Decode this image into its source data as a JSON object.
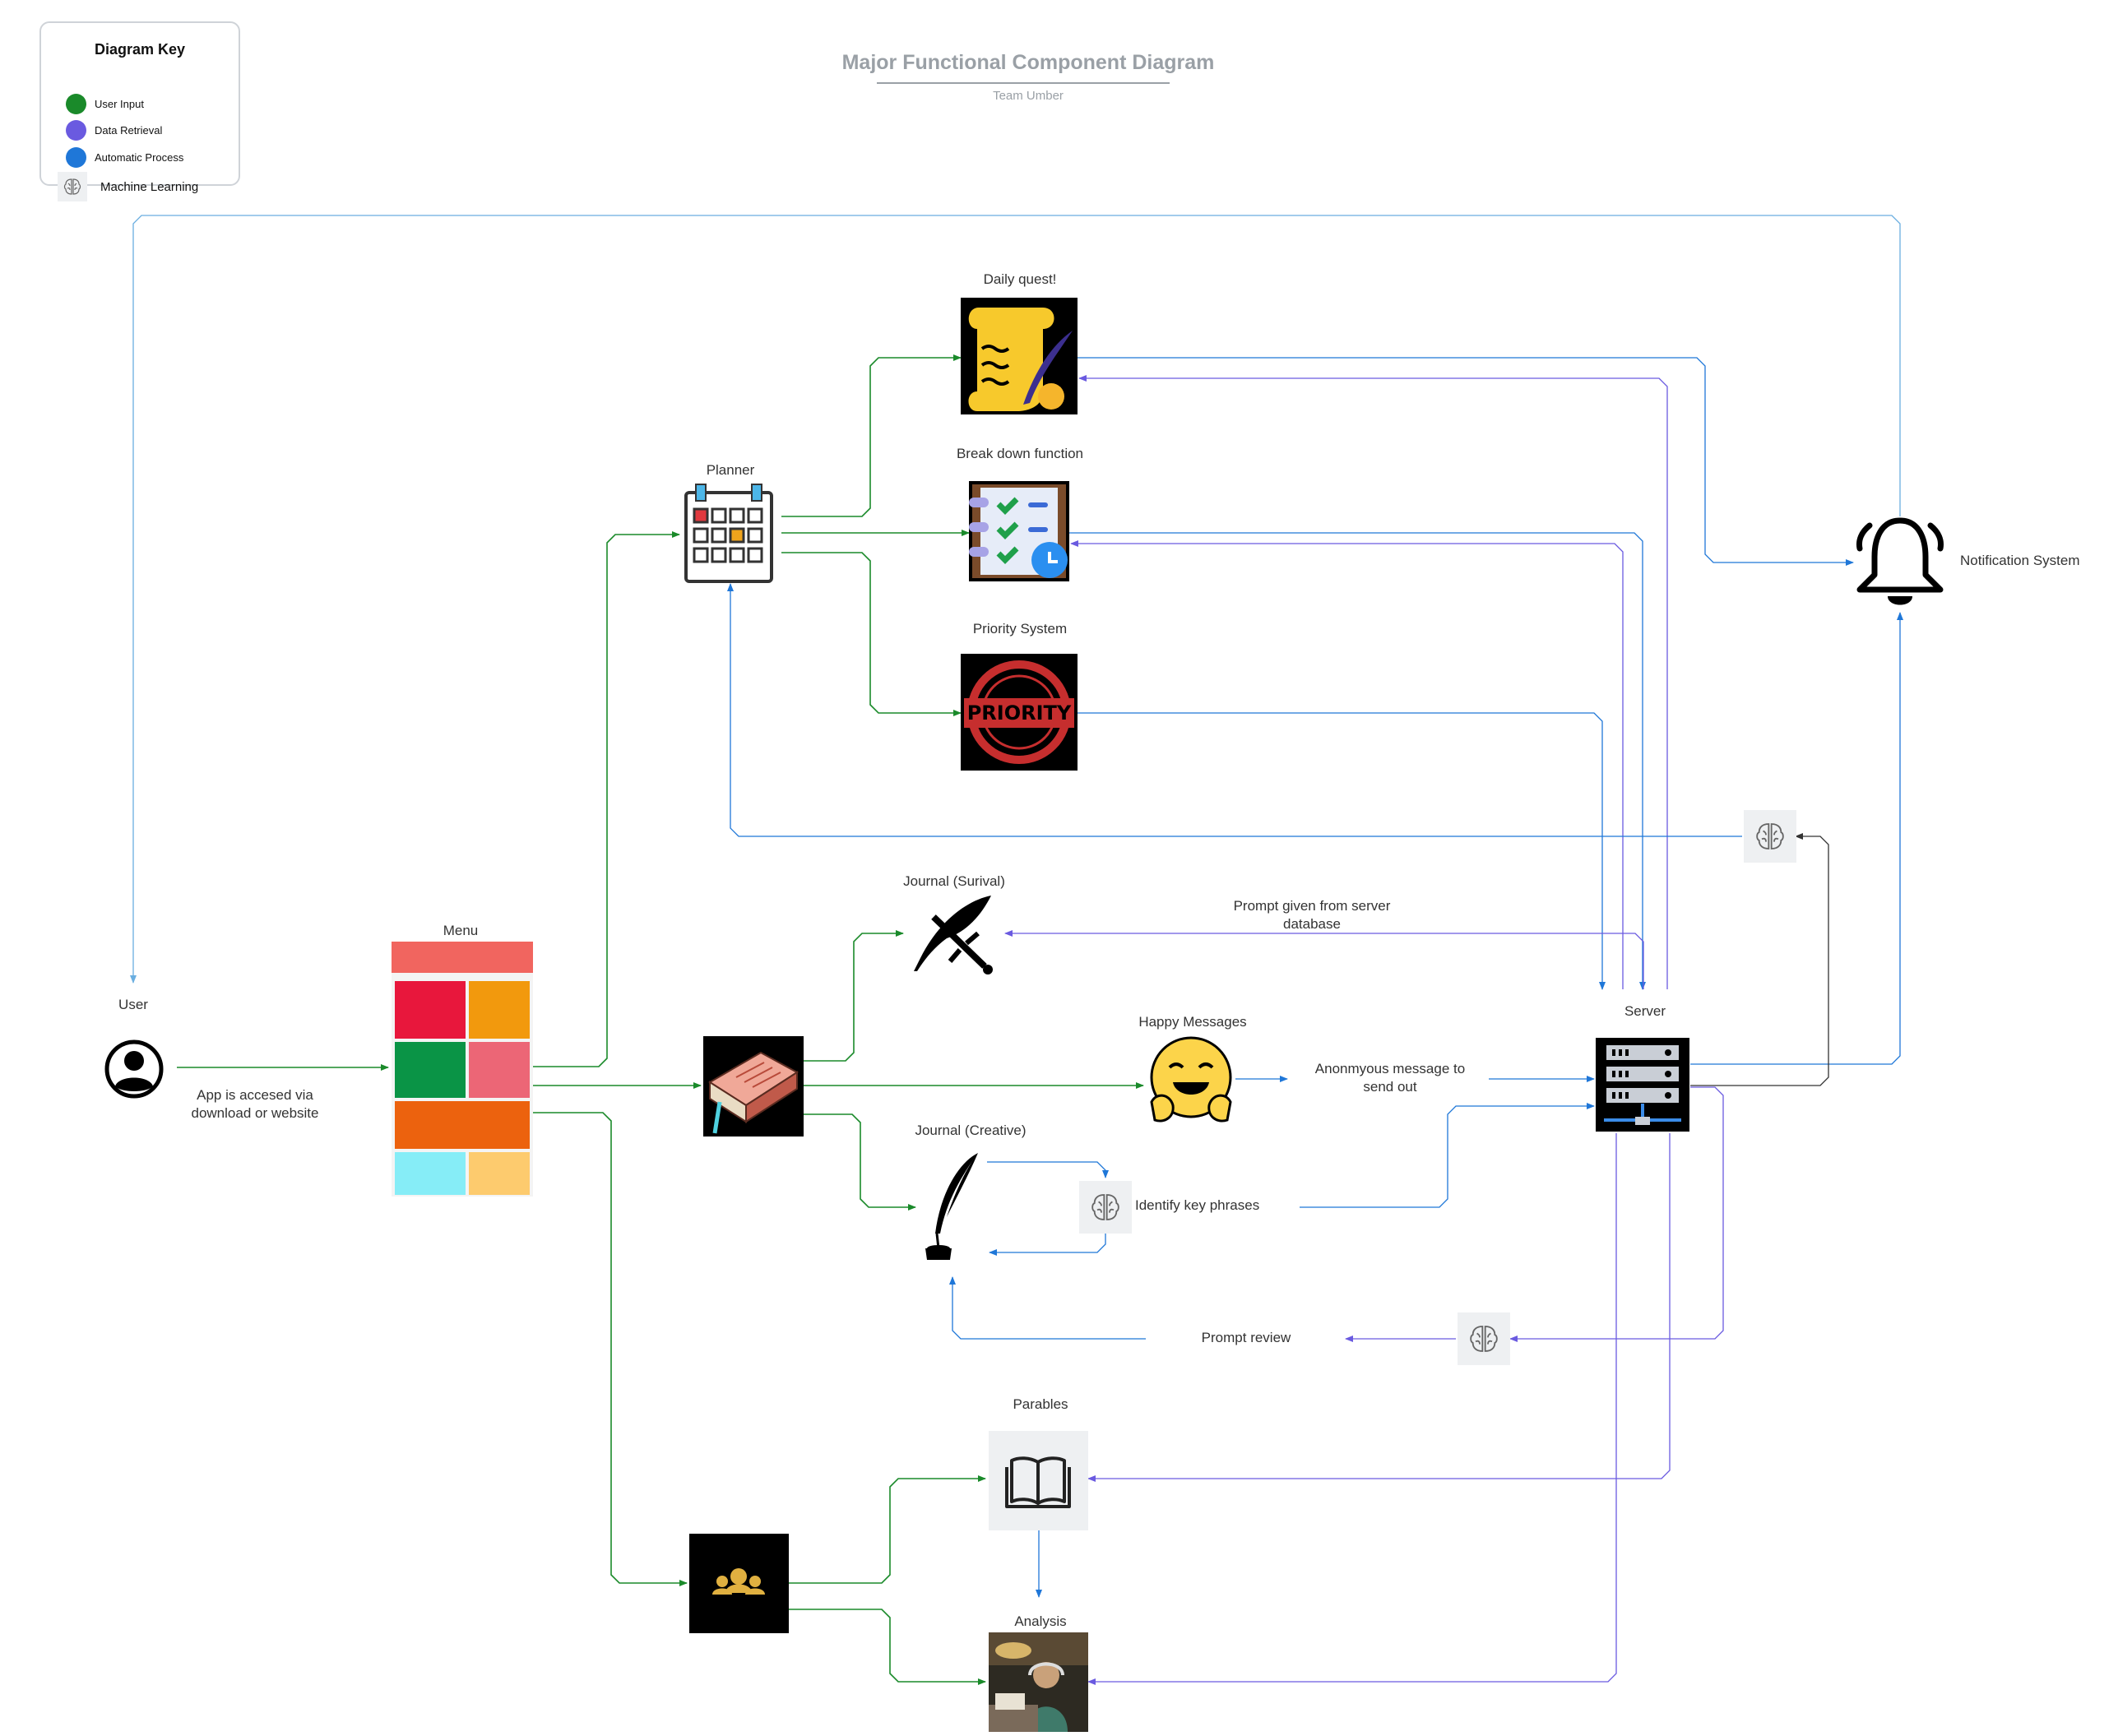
{
  "legend": {
    "title": "Diagram Key",
    "items": [
      {
        "label": "User Input",
        "color": "#1a8a2a"
      },
      {
        "label": "Data Retrieval",
        "color": "#6a5ae0"
      },
      {
        "label": "Automatic Process",
        "color": "#1f77d8"
      },
      {
        "label": "Machine Learning",
        "icon": "brain-icon"
      }
    ]
  },
  "header": {
    "title": "Major Functional Component Diagram",
    "subtitle": "Team Umber"
  },
  "nodes": {
    "user": {
      "label": "User",
      "icon": "user-icon"
    },
    "app_access": {
      "line1": "App is accesed  via",
      "line2": "download or website"
    },
    "menu": {
      "label": "Menu",
      "icon": "phone-menu-icon"
    },
    "planner": {
      "label": "Planner",
      "icon": "calendar-icon"
    },
    "daily_quest": {
      "label": "Daily quest!",
      "icon": "scroll-quill-icon"
    },
    "break_down": {
      "label": "Break down function",
      "icon": "checklist-icon"
    },
    "priority": {
      "label": "Priority System",
      "icon": "priority-stamp-icon",
      "stamp_text": "PRIORITY"
    },
    "notification": {
      "label": "Notification System",
      "icon": "bell-icon"
    },
    "journal_survival": {
      "label": "Journal (Surival)",
      "icon": "feather-sword-icon"
    },
    "prompt_server": {
      "line1": "Prompt given from server",
      "line2": "database"
    },
    "journal_book": {
      "icon": "journal-book-icon"
    },
    "happy_messages": {
      "label": "Happy Messages",
      "icon": "hugging-face-icon"
    },
    "anon_message": {
      "line1": "Anonmyous message to",
      "line2": "send out"
    },
    "server": {
      "label": "Server",
      "icon": "server-rack-icon"
    },
    "journal_creative": {
      "label": "Journal (Creative)",
      "icon": "quill-ink-icon"
    },
    "key_phrases": {
      "label": "Identify key phrases",
      "icon": "brain-icon"
    },
    "prompt_review": {
      "label": "Prompt review",
      "icon": "brain-icon"
    },
    "parables": {
      "label": "Parables",
      "icon": "open-book-icon"
    },
    "brains": {
      "icon": "brain-group-icon"
    },
    "analysis": {
      "label": "Analysis",
      "icon": "analysis-photo-icon"
    }
  },
  "colors": {
    "user_input": "#1a8a2a",
    "data_retrieval": "#6a5ae0",
    "automatic": "#1f77d8",
    "notify_line": "#6aaee0",
    "ml_line": "#333333",
    "label_gray": "#9aa0a6"
  }
}
